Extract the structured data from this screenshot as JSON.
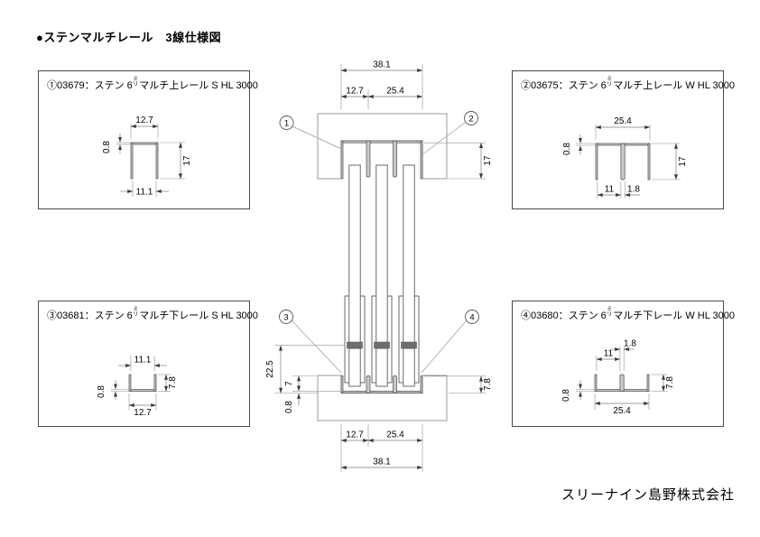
{
  "title": "●ステンマルチレール　3線仕様図",
  "footer": {
    "company": "スリーナイン島野株式会社"
  },
  "boxes": [
    {
      "label_prefix": "①03679：ステン 6",
      "miri_top": "ミ",
      "miri_bottom": "リ",
      "label_suffix": "マルチ上レール S HL 3000",
      "dims": {
        "outer_width": "12.7",
        "thickness": "0.8",
        "height": "17",
        "inner_width": "11.1"
      }
    },
    {
      "label_prefix": "②03675：ステン 6",
      "miri_top": "ミ",
      "miri_bottom": "リ",
      "label_suffix": "マルチ上レール W HL 3000",
      "dims": {
        "outer_width": "25.4",
        "thickness": "0.8",
        "height": "17",
        "inner_width": "11",
        "divider": "1.8"
      }
    },
    {
      "label_prefix": "③03681：ステン 6",
      "miri_top": "ミ",
      "miri_bottom": "リ",
      "label_suffix": "マルチ下レール S HL 3000",
      "dims": {
        "inner_width": "11.1",
        "height": "7.8",
        "thickness": "0.8",
        "outer_width": "12.7"
      }
    },
    {
      "label_prefix": "④03680：ステン 6",
      "miri_top": "ミ",
      "miri_bottom": "リ",
      "label_suffix": "マルチ下レール W HL 3000",
      "dims": {
        "inner_width": "11",
        "divider": "1.8",
        "height": "7.8",
        "thickness": "0.8",
        "outer_width": "25.4"
      }
    }
  ],
  "assembly": {
    "callouts": [
      "1",
      "2",
      "3",
      "4"
    ],
    "dims": {
      "total_width_top": "38.1",
      "left_rail_top": "12.7",
      "right_rail_top": "25.4",
      "top_rail_height": "17",
      "door_engage": "22.5",
      "bottom_inner_depth": "7",
      "bottom_thickness": "0.8",
      "bottom_rail_height": "7.8",
      "left_rail_bottom": "12.7",
      "right_rail_bottom": "25.4",
      "total_width_bottom": "38.1"
    }
  }
}
